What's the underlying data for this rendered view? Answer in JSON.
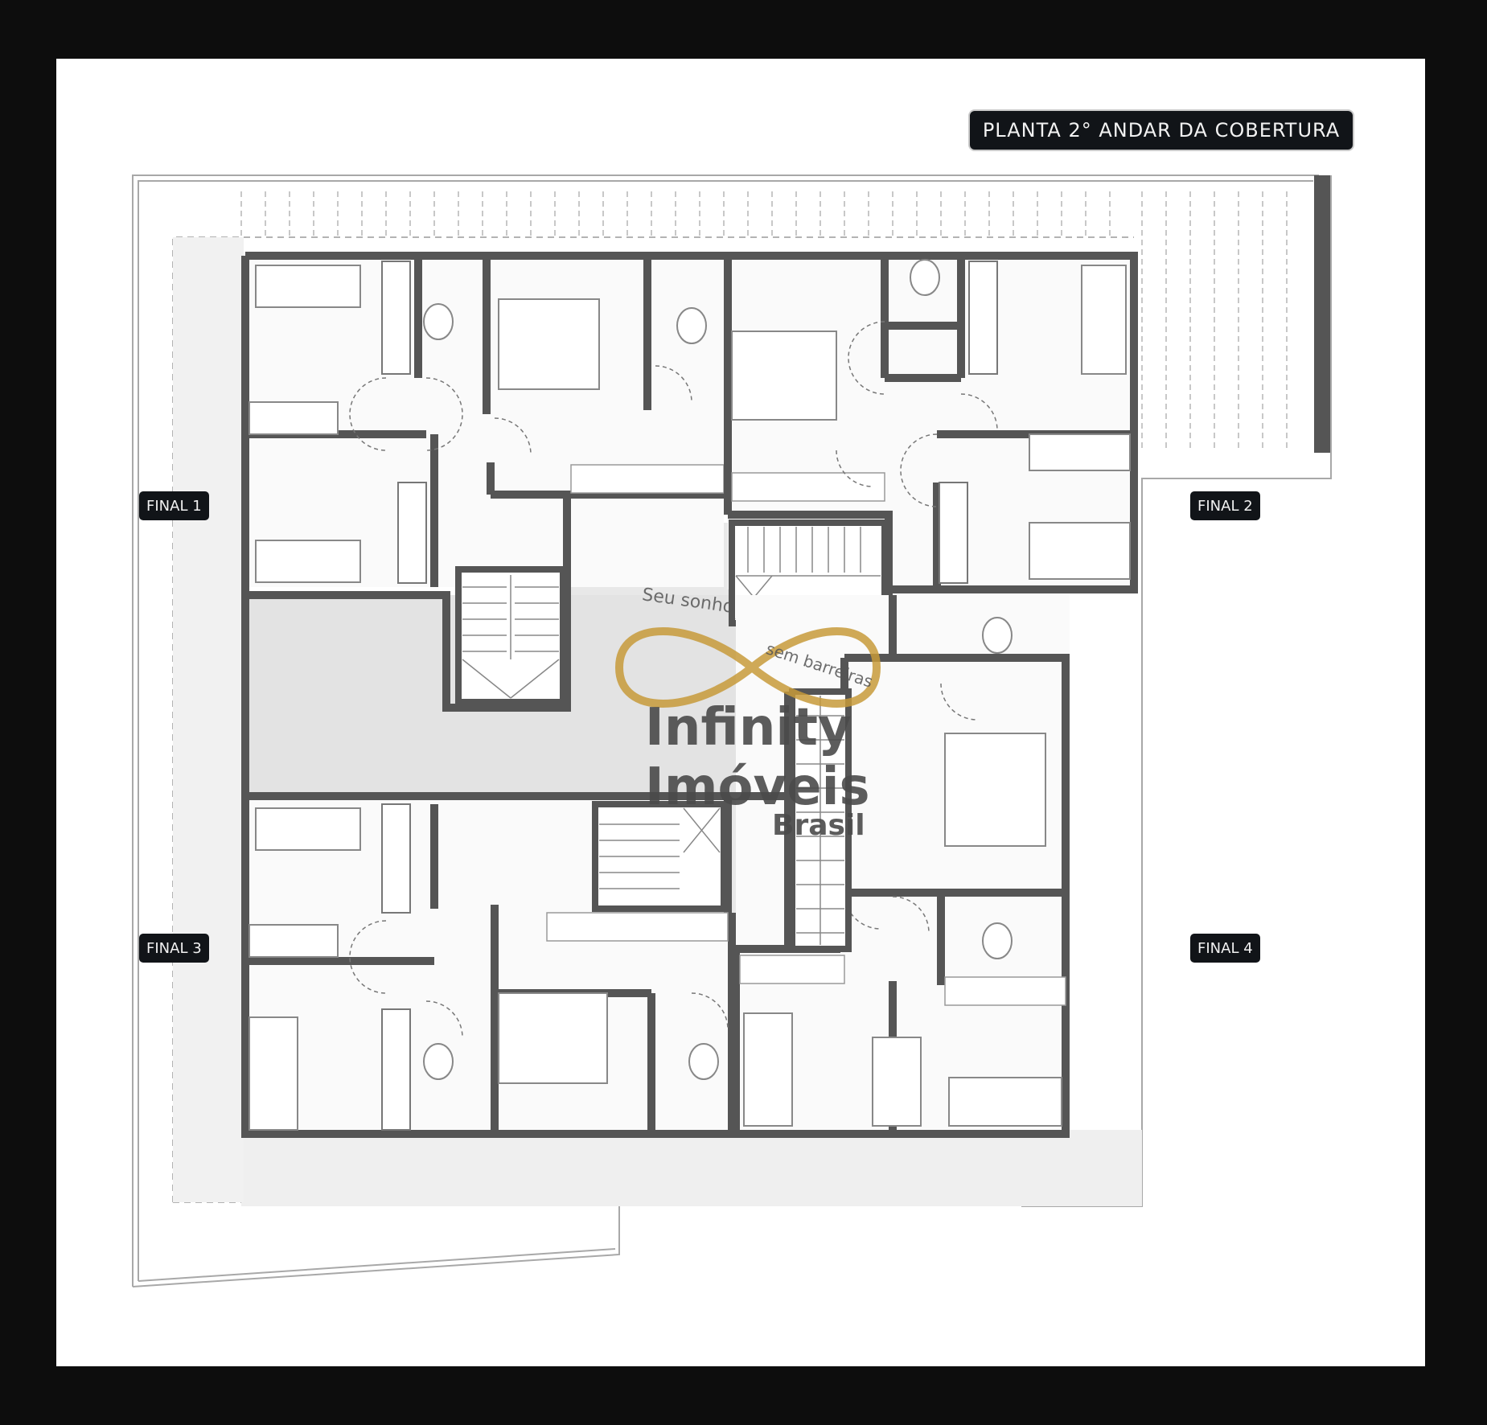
{
  "title": "PLANTA 2° ANDAR DA COBERTURA",
  "units": {
    "final1": "FINAL 1",
    "final2": "FINAL 2",
    "final3": "FINAL 3",
    "final4": "FINAL 4"
  },
  "watermark": {
    "tagline_1": "Seu sonho",
    "tagline_2": "sem barreiras",
    "brand_1": "Infinity",
    "brand_2": "Imóveis",
    "brand_3": "Brasil"
  },
  "colors": {
    "page_bg": "#0d0d0d",
    "sheet_bg": "#ffffff",
    "wall": "#555555",
    "hall_floor": "#e6e6e6",
    "terrace_floor": "#f2f2f2",
    "line": "#9a9a9a",
    "gold": "#c79a3a"
  }
}
